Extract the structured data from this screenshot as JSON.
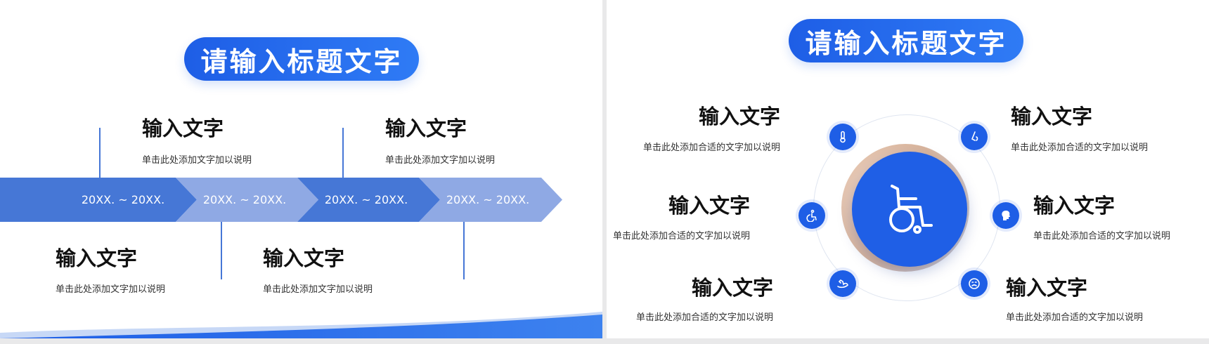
{
  "slide1": {
    "title": "请输入标题文字",
    "chevrons": [
      {
        "label": "20XX. ~ 20XX.",
        "color": "#4677d6"
      },
      {
        "label": "20XX. ~ 20XX.",
        "color": "#8fa9e4"
      },
      {
        "label": "20XX. ~ 20XX.",
        "color": "#4677d6"
      },
      {
        "label": "20XX. ~ 20XX.",
        "color": "#8fa9e4"
      }
    ],
    "items": [
      {
        "heading": "输入文字",
        "desc": "单击此处添加文字加以说明"
      },
      {
        "heading": "输入文字",
        "desc": "单击此处添加文字加以说明"
      },
      {
        "heading": "输入文字",
        "desc": "单击此处添加文字加以说明"
      },
      {
        "heading": "输入文字",
        "desc": "单击此处添加文字加以说明"
      }
    ]
  },
  "slide2": {
    "title": "请输入标题文字",
    "items": [
      {
        "heading": "输入文字",
        "desc": "单击此处添加合适的文字加以说明",
        "icon": "thermometer-icon"
      },
      {
        "heading": "输入文字",
        "desc": "单击此处添加合适的文字加以说明",
        "icon": "nose-icon"
      },
      {
        "heading": "输入文字",
        "desc": "单击此处添加合适的文字加以说明",
        "icon": "wheelchair-person-icon"
      },
      {
        "heading": "输入文字",
        "desc": "单击此处添加合适的文字加以说明",
        "icon": "head-profile-icon"
      },
      {
        "heading": "输入文字",
        "desc": "单击此处添加合适的文字加以说明",
        "icon": "muscle-arm-icon"
      },
      {
        "heading": "输入文字",
        "desc": "单击此处添加合适的文字加以说明",
        "icon": "face-icon"
      }
    ],
    "hub_icon": "wheelchair-icon"
  },
  "colors": {
    "accent": "#1e5ee6",
    "chevron_dark": "#4677d6",
    "chevron_light": "#8fa9e4"
  }
}
